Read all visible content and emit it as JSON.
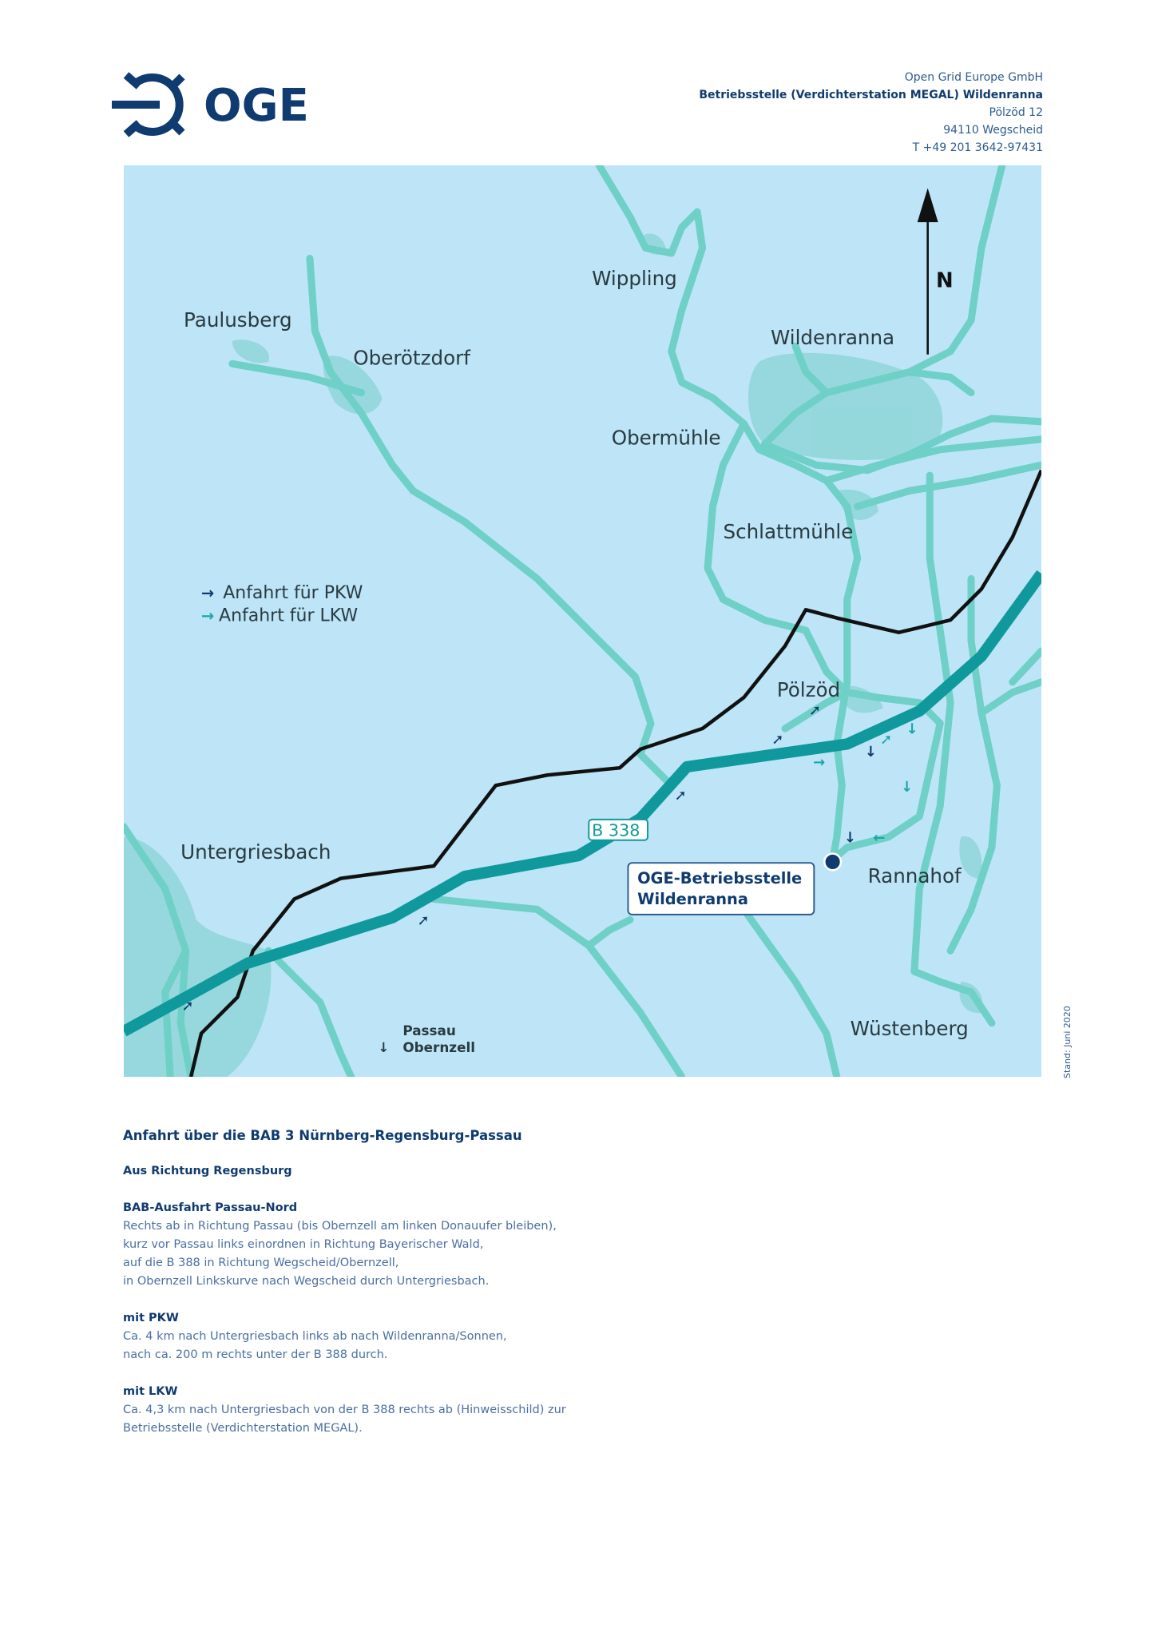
{
  "header": {
    "logo_text": "OGE",
    "company": "Open Grid Europe GmbH",
    "site": "Betriebsstelle (Verdichterstation MEGAL) Wildenranna",
    "street": "Pölzöd 12",
    "city": "94110 Wegscheid",
    "phone": "T +49 201 3642-97431"
  },
  "map": {
    "places": {
      "paulusberg": "Paulusberg",
      "oberoetzdorf": "Oberötzdorf",
      "wippling": "Wippling",
      "wildenranna": "Wildenranna",
      "obermuehle": "Obermühle",
      "schlattmuehle": "Schlattmühle",
      "poelzoed": "Pölzöd",
      "untergriesbach": "Untergriesbach",
      "rannahof": "Rannahof",
      "wuestenberg": "Wüstenberg"
    },
    "north": "N",
    "road_sign": "B 338",
    "destination_line1": "OGE-Betriebsstelle",
    "destination_line2": "Wildenranna",
    "passau_line1": "Passau",
    "passau_line2": "Obernzell",
    "legend": {
      "pkw": "Anfahrt für PKW",
      "lkw": "Anfahrt für LKW"
    },
    "colors": {
      "background": "#bde5f7",
      "minor_road": "#6fd0c8",
      "main_road": "#10999c",
      "rail": "#111111",
      "town": "#8fd6d8",
      "pkw_arrow": "#0f3b70",
      "lkw_arrow": "#1aa6a8"
    }
  },
  "stand": "Stand: Juni 2020",
  "directions": {
    "title": "Anfahrt über die BAB 3 Nürnberg-Regensburg-Passau",
    "from": "Aus Richtung Regensburg",
    "exit_title": "BAB-Ausfahrt Passau-Nord",
    "exit_lines": [
      "Rechts ab in Richtung Passau (bis Obernzell am linken Donauufer bleiben),",
      "kurz vor Passau links einordnen in Richtung Bayerischer Wald,",
      "auf die B 388 in Richtung Wegscheid/Obernzell,",
      "in Obernzell Linkskurve nach Wegscheid durch Untergriesbach."
    ],
    "pkw_title": "mit PKW",
    "pkw_lines": [
      "Ca. 4 km nach Untergriesbach links ab nach Wildenranna/Sonnen,",
      "nach ca. 200 m rechts unter der B 388 durch."
    ],
    "lkw_title": "mit LKW",
    "lkw_lines": [
      "Ca. 4,3 km nach Untergriesbach von der B 388 rechts ab (Hinweisschild) zur",
      "Betriebsstelle (Verdichterstation MEGAL)."
    ]
  }
}
